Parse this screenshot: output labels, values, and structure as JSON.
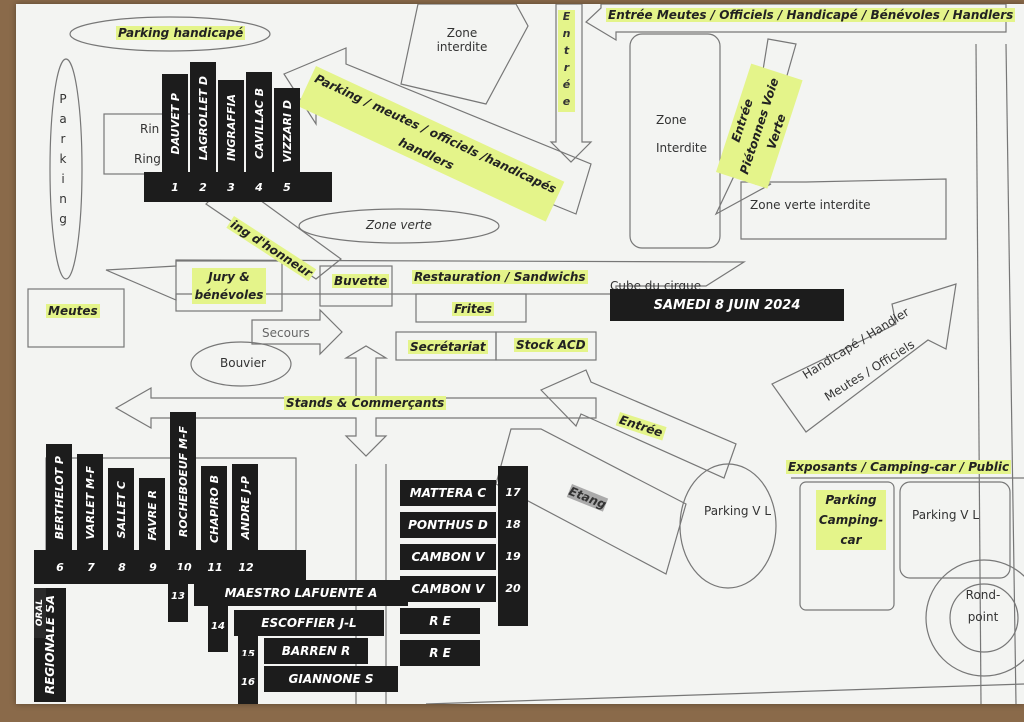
{
  "date_banner": "SAMEDI 8 JUIN 2024",
  "zones": {
    "parking_handicape": "Parking handicapé",
    "zone_interdite_top": "Zone interdite",
    "zone_interdite_right": "Zone Interdite",
    "zone_verte": "Zone verte",
    "zone_verte_interdite": "Zone verte interdite",
    "ring_partial_1": "Rin",
    "ring_partial_2": "Ring",
    "ring_honneur": "ing d'honneur",
    "jury": "Jury & bénévoles",
    "buvette": "Buvette",
    "restauration": "Restauration / Sandwichs",
    "frites": "Frites",
    "cube": "Cube du cirque",
    "secretariat": "Secrétariat",
    "stock": "Stock ACD",
    "secours": "Secours",
    "bouvier": "Bouvier",
    "meutes": "Meutes",
    "stands": "Stands & Commerçants",
    "entree": "Entrée",
    "etang": "Etang",
    "parking_vl_1": "Parking V L",
    "parking_vl_2": "Parking V L",
    "parking_camping": "Parking Camping-car",
    "exposants": "Exposants / Camping-car / Public",
    "rond_point": "Rond-point"
  },
  "arrows": {
    "parking_meutes": "Parking / meutes / officiels /handicapés handlers",
    "entree_vertical": "Entrée",
    "entree_meutes": "Entrée Meutes / Officiels / Handicapé / Bénévoles / Handlers",
    "entree_pietonnes": "Entrée Piétonnes Voie Verte",
    "handicape_handler": "Handicapé / Handler",
    "meutes_officiels": "Meutes / Officiels"
  },
  "parking_vertical": "Parking",
  "rings_top": [
    {
      "num": "1",
      "name": "DAUVET P"
    },
    {
      "num": "2",
      "name": "LAGROLLET D"
    },
    {
      "num": "3",
      "name": "INGRAFFIA"
    },
    {
      "num": "4",
      "name": "CAVILLAC B"
    },
    {
      "num": "5",
      "name": "VIZZARI D"
    }
  ],
  "rings_bottom": [
    {
      "num": "6",
      "name": "BERTHELOT P"
    },
    {
      "num": "7",
      "name": "VARLET M-F"
    },
    {
      "num": "8",
      "name": "SALLET C"
    },
    {
      "num": "9",
      "name": "FAVRE R"
    },
    {
      "num": "10",
      "name": "ROCHEBOEUF M-F"
    },
    {
      "num": "11",
      "name": "CHAPIRO B"
    },
    {
      "num": "12",
      "name": "ANDRE J-P"
    }
  ],
  "regional": [
    "REGIONALE SA",
    "ORAL"
  ],
  "rings_stack": [
    {
      "num": "13",
      "name": "MAESTRO LAFUENTE A"
    },
    {
      "num": "14",
      "name": "ESCOFFIER J-L"
    },
    {
      "num": "15",
      "name": "BARREN R"
    },
    {
      "num": "16",
      "name": "GIANNONE S"
    }
  ],
  "rings_right": [
    {
      "num": "17",
      "name": "MATTERA C"
    },
    {
      "num": "18",
      "name": "PONTHUS D"
    },
    {
      "num": "19",
      "name": "CAMBON V"
    },
    {
      "num": "20",
      "name": "CAMBON V"
    },
    {
      "num": "",
      "name": "R E"
    },
    {
      "num": "",
      "name": "R E"
    }
  ]
}
